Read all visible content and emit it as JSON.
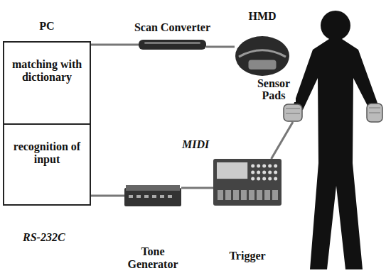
{
  "diagram": {
    "nodes": [
      {
        "text": [
          "PC",
          "matching with dictionary",
          "recognition of input"
        ]
      },
      {
        "text": [
          "Scan Converter"
        ]
      },
      {
        "text": [
          "HMD"
        ]
      },
      {
        "text": [
          "Sensor Pads"
        ]
      },
      {
        "text": [
          "Tone Generator"
        ]
      },
      {
        "text": [
          "Trigger"
        ]
      }
    ],
    "edges": [
      {
        "from": 0,
        "to": 1,
        "arrow": "none"
      },
      {
        "from": 1,
        "to": 2,
        "arrow": "none"
      },
      {
        "from": 0,
        "to": 4,
        "label": "RS-232C",
        "arrow": "none"
      },
      {
        "from": 4,
        "to": 5,
        "label": "MIDI",
        "arrow": "none"
      },
      {
        "from": 5,
        "to": 3,
        "arrow": "none"
      }
    ]
  }
}
